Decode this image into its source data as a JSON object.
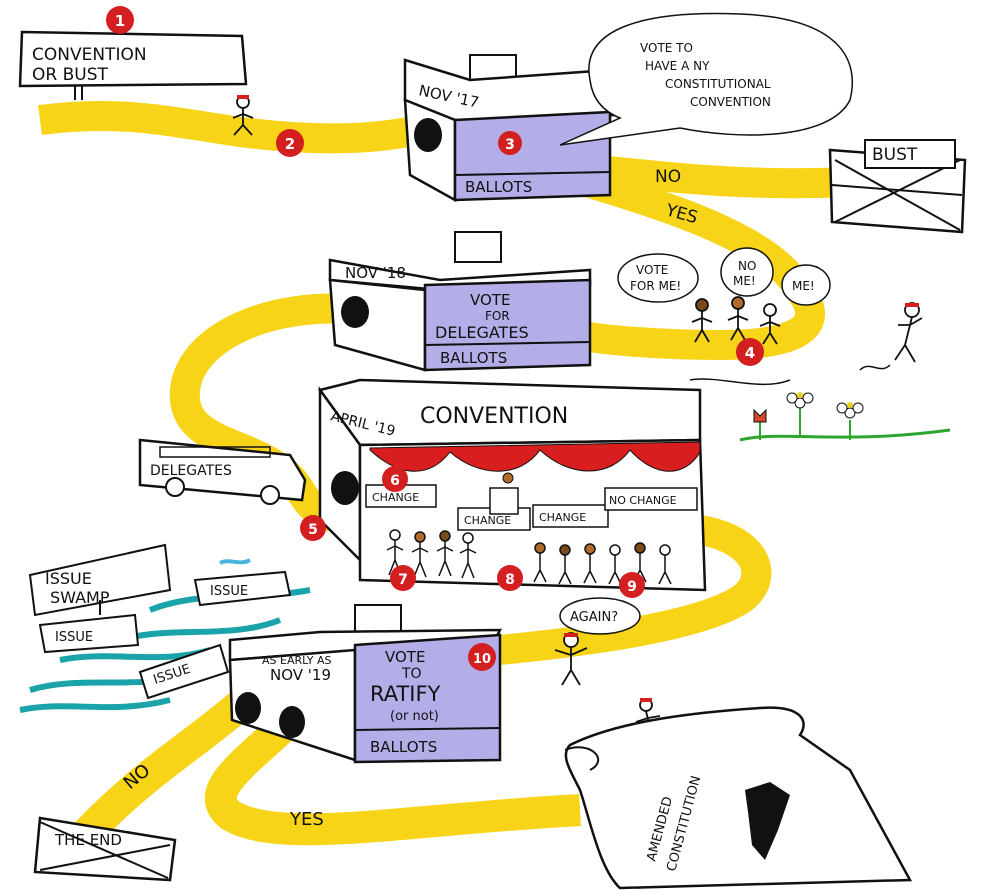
{
  "signs": {
    "start": [
      "CONVENTION",
      "OR BUST"
    ],
    "bust": "BUST",
    "end": "THE END",
    "issue_swamp": [
      "ISSUE",
      "SWAMP"
    ]
  },
  "ballot_box_1": {
    "date": "NOV '17",
    "label": "BALLOTS"
  },
  "callout_1": [
    "VOTE TO",
    "HAVE A NY",
    "CONSTITUTIONAL",
    "CONVENTION"
  ],
  "path_labels": {
    "no_1": "NO",
    "yes_1": "YES",
    "no_2": "NO",
    "yes_2": "YES"
  },
  "ballot_box_2": {
    "date": "NOV '18",
    "face": [
      "VOTE",
      "FOR",
      "DELEGATES"
    ],
    "label": "BALLOTS"
  },
  "speech_bubbles": [
    "VOTE",
    "FOR ME!",
    "NO",
    "ME!",
    "ME!"
  ],
  "bus": {
    "label": "DELEGATES"
  },
  "convention": {
    "title": "CONVENTION",
    "date": "APRIL '19",
    "signs": [
      "CHANGE",
      "CHANGE",
      "CHANGE",
      "NO CHANGE"
    ]
  },
  "issues": [
    "ISSUE",
    "ISSUE",
    "ISSUE"
  ],
  "ballot_box_3": {
    "date": [
      "AS EARLY AS",
      "NOV '19"
    ],
    "face": [
      "VOTE",
      "TO",
      "RATIFY",
      "(or not)"
    ],
    "label": "BALLOTS"
  },
  "again": "AGAIN?",
  "scroll": [
    "AMENDED",
    "CONSTITUTION"
  ],
  "steps": [
    "1",
    "2",
    "3",
    "4",
    "5",
    "6",
    "7",
    "8",
    "9",
    "10"
  ],
  "colors": {
    "road": "#f7d417",
    "box_face": "#b3aee8",
    "marker": "#d31f1f",
    "swamp": "#1aa3a8",
    "curtain": "#d81e1e"
  }
}
